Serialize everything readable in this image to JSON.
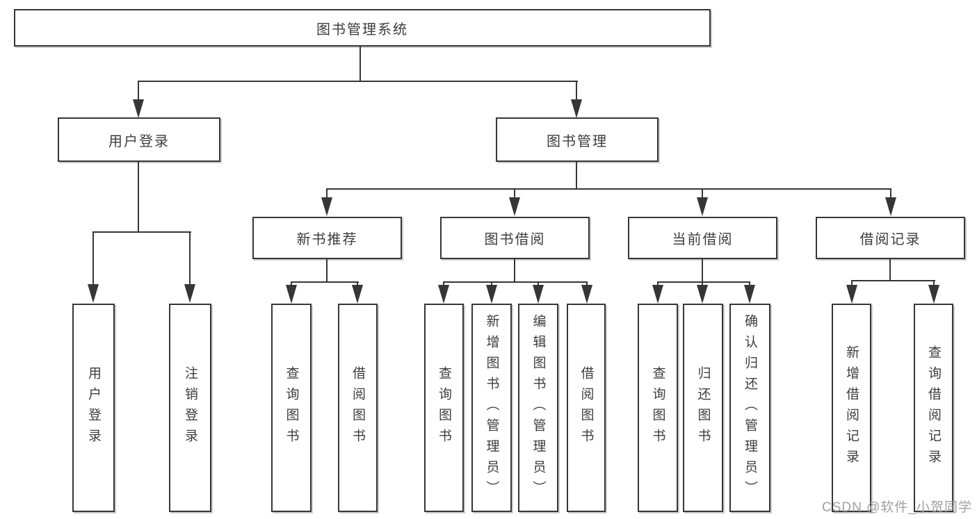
{
  "colors": {
    "background": "#ffffff",
    "line": "#363636",
    "box_border": "#363636",
    "text": "#3d3d3d",
    "watermark": "#a0a0a0"
  },
  "diagram": {
    "root": {
      "label": "图书管理系统"
    },
    "branches": [
      {
        "label": "用户登录",
        "leaves": [
          {
            "label": "用户登录"
          },
          {
            "label": "注销登录"
          }
        ]
      },
      {
        "label": "图书管理",
        "groups": [
          {
            "label": "新书推荐",
            "leaves": [
              {
                "label": "查询图书"
              },
              {
                "label": "借阅图书"
              }
            ]
          },
          {
            "label": "图书借阅",
            "leaves": [
              {
                "label": "查询图书"
              },
              {
                "label": "新增图书（管理员）"
              },
              {
                "label": "编辑图书（管理员）"
              },
              {
                "label": "借阅图书"
              }
            ]
          },
          {
            "label": "当前借阅",
            "leaves": [
              {
                "label": "查询图书"
              },
              {
                "label": "归还图书"
              },
              {
                "label": "确认归还（管理员）"
              }
            ]
          },
          {
            "label": "借阅记录",
            "leaves": [
              {
                "label": "新增借阅记录"
              },
              {
                "label": "查询借阅记录"
              }
            ]
          }
        ]
      }
    ]
  },
  "watermark": {
    "text": "CSDN @软件_小贺同学"
  }
}
